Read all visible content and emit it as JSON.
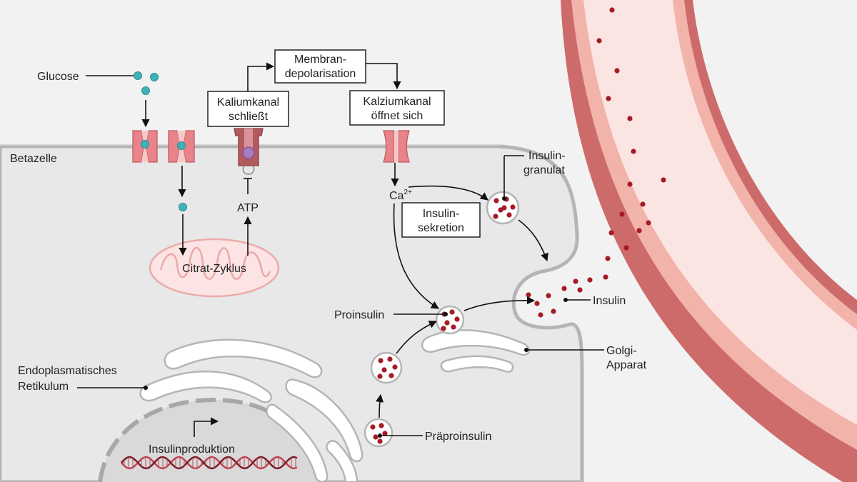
{
  "labels": {
    "glucose": "Glucose",
    "betazelle": "Betazelle",
    "kaliumkanal_1": "Kaliumkanal",
    "kaliumkanal_2": "schließt",
    "membran_1": "Membran-",
    "membran_2": "depolarisation",
    "kalziumkanal_1": "Kalziumkanal",
    "kalziumkanal_2": "öffnet sich",
    "ca": "Ca",
    "ca_sup": "2+",
    "atp": "ATP",
    "citrat": "Citrat-Zyklus",
    "insulin_granulat_1": "Insulin-",
    "insulin_granulat_2": "granulat",
    "insulin_sekretion_1": "Insulin-",
    "insulin_sekretion_2": "sekretion",
    "insulin": "Insulin",
    "proinsulin": "Proinsulin",
    "golgi_1": "Golgi-",
    "golgi_2": "Apparat",
    "er_1": "Endoplasmatisches",
    "er_2": "Retikulum",
    "insulinproduktion": "Insulinproduktion",
    "praeproinsulin": "Präproinsulin"
  },
  "colors": {
    "background": "#f2f2f2",
    "cell": "#e8e8e8",
    "membrane": "#b5b5b5",
    "glucose": "#3fb3b8",
    "insulin": "#a61b25",
    "vessel_outer": "#cd6b6b",
    "vessel_mid": "#f2b3ab",
    "vessel_inner": "#fbe5e2",
    "channel": "#e8838a",
    "channel_light": "#f6c9c9",
    "potassium_channel": "#b25b5f",
    "atp_ball": "#a97bc0",
    "mito_stroke": "#ebaaa8",
    "mito_fill": "#fbe4e3",
    "dna_1": "#c04553",
    "dna_2": "#7a1b28"
  }
}
